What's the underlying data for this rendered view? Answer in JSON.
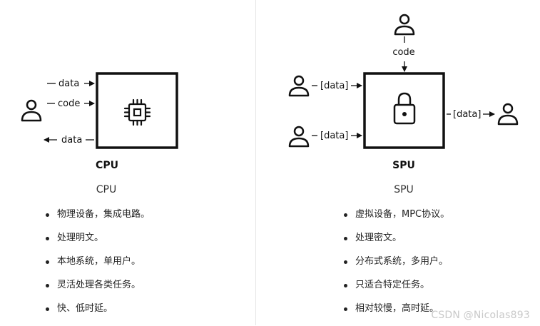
{
  "cpu": {
    "inputs": {
      "data_in": "data",
      "code_in": "code"
    },
    "output": "data",
    "box_label": "CPU",
    "title": "CPU",
    "features": [
      "物理设备，集成电路。",
      "处理明文。",
      "本地系统，单用户。",
      "灵活处理各类任务。",
      "快、低时延。"
    ]
  },
  "spu": {
    "code_in": "code",
    "inputs": {
      "data1": "[data]",
      "data2": "[data]"
    },
    "output": "[data]",
    "box_label": "SPU",
    "title": "SPU",
    "features": [
      "虚拟设备，MPC协议。",
      "处理密文。",
      "分布式系统，多用户。",
      "只适合特定任务。",
      "相对较慢，高时延。"
    ]
  },
  "watermark": "CSDN @Nicolas893"
}
